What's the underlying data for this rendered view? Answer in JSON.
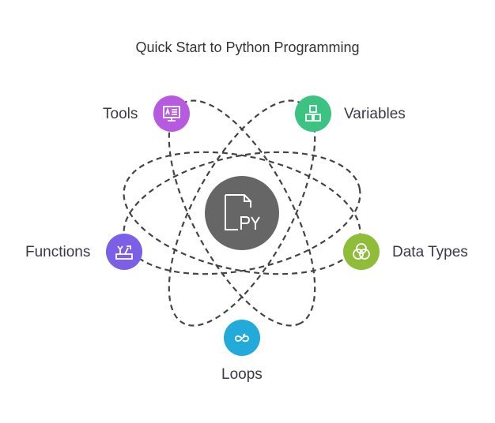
{
  "title": "Quick Start to Python Programming",
  "center": {
    "icon": "python-file-icon",
    "color": "#666666"
  },
  "nodes": [
    {
      "label": "Tools",
      "icon": "monitor-document-icon",
      "color": "#b65be0"
    },
    {
      "label": "Variables",
      "icon": "blocks-icon",
      "color": "#3cc381"
    },
    {
      "label": "Functions",
      "icon": "toolbox-icon",
      "color": "#7b5fe6"
    },
    {
      "label": "Data Types",
      "icon": "venn-circles-icon",
      "color": "#8fbd3a"
    },
    {
      "label": "Loops",
      "icon": "infinity-loop-icon",
      "color": "#22aadb"
    }
  ]
}
